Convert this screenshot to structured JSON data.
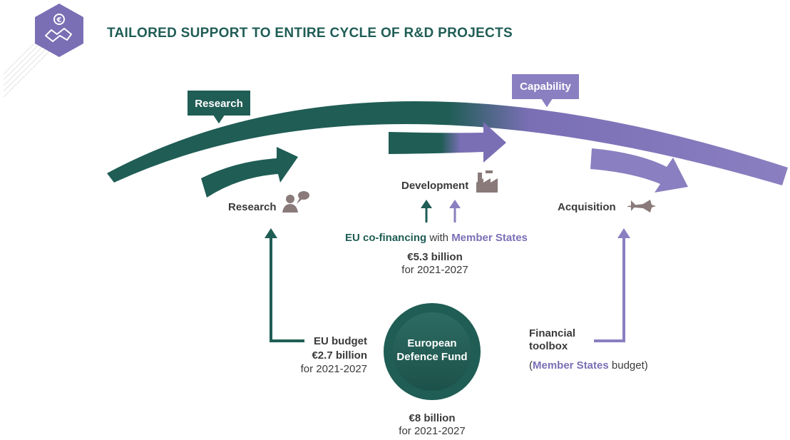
{
  "title": "TAILORED SUPPORT TO ENTIRE CYCLE OF R&D PROJECTS",
  "icon": "handshake-euro-icon",
  "arc_tags": {
    "left": "Research",
    "right": "Capability"
  },
  "stages": {
    "research": {
      "label": "Research",
      "icon": "researcher-speech-icon"
    },
    "development": {
      "label": "Development",
      "icon": "factory-icon"
    },
    "acquisition": {
      "label": "Acquisition",
      "icon": "fighter-jet-icon"
    }
  },
  "cofinancing": {
    "part1": "EU co-financing",
    "part2": " with ",
    "part3": "Member States",
    "amount": "€5.3 billion",
    "period": "for 2021-2027"
  },
  "eu_budget": {
    "label": "EU budget",
    "amount": "€2.7 billion",
    "period": "for 2021-2027"
  },
  "fund": {
    "line1": "European",
    "line2": "Defence Fund",
    "amount": "€8 billion",
    "period": "for 2021-2027"
  },
  "toolbox": {
    "line1": "Financial",
    "line2": "toolbox",
    "open": "(",
    "ms": "Member States",
    "rest": " budget)"
  },
  "colors": {
    "teal": "#1f5d55",
    "purple": "#7a6fb5",
    "text": "#3a3a3a"
  }
}
